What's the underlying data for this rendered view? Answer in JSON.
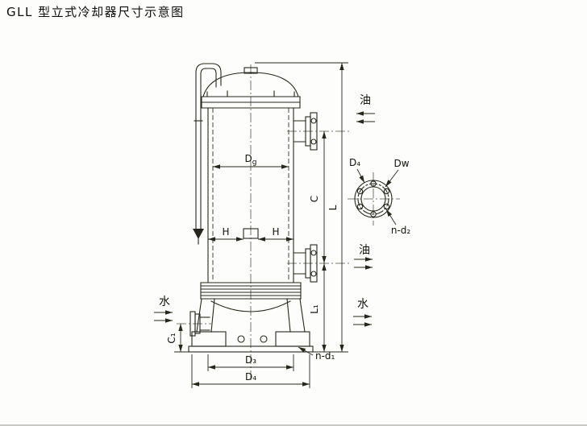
{
  "title": "GLL 型立式冷却器尺寸示意图",
  "dims": {
    "dg_d": "D",
    "dg_sub": "g",
    "h_left": "H",
    "h_right": "H",
    "c": "C",
    "l": "L",
    "l1": "L₁",
    "c1": "C₁",
    "d3": "D₃",
    "d4": "D₄",
    "nd1": "n-d₁"
  },
  "flows": {
    "oil_in": "油",
    "oil_out": "油",
    "water_in": "水",
    "water_out": "水"
  },
  "detail": {
    "d4": "D₄",
    "dw": "Dw",
    "nd2": "n-d₂"
  }
}
